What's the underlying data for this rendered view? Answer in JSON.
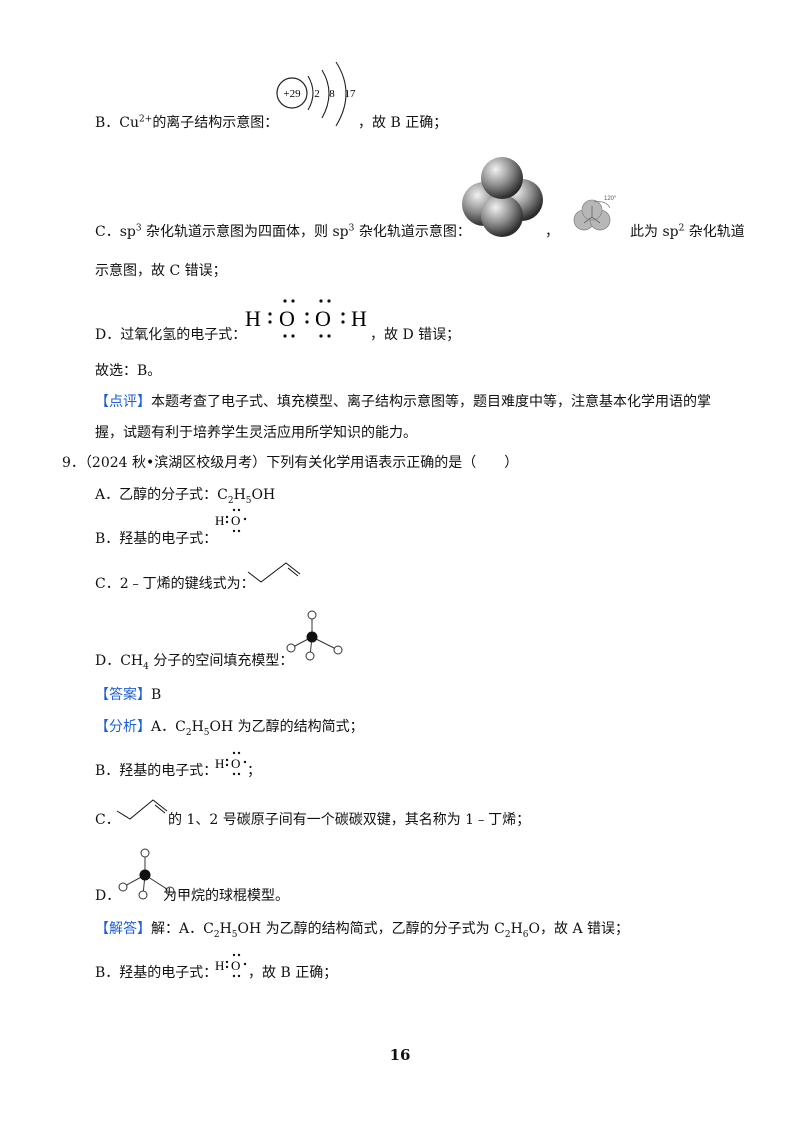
{
  "content": {
    "b1": {
      "prefix": "B．Cu",
      "sup": "2+",
      "text": "的离子结构示意图：",
      "suffix": "，故 B 正确；",
      "diagram": {
        "nucleus": "+29",
        "shells": [
          "2",
          "8",
          "17"
        ]
      }
    },
    "c1": {
      "part1": "C．sp",
      "sup1": "3",
      "part2": " 杂化轨道示意图为四面体，则 sp",
      "sup2": "3",
      "part3": " 杂化轨道示意图：",
      "mid": "，",
      "part4": "此为 sp",
      "sup3": "2",
      "part5": " 杂化轨道",
      "cont": "示意图，故 C 错误；",
      "angle_label": "120°"
    },
    "d1": {
      "text": "D．过氧化氢的电子式：",
      "suffix": "，故 D 错误；",
      "formula": [
        "H",
        "O",
        "O",
        "H"
      ]
    },
    "choose": "故选：B。",
    "review": {
      "tag": "【点评】",
      "text": "本题考查了电子式、填充模型、离子结构示意图等，题目难度中等，注意基本化学用语的掌",
      "cont": "握，试题有利于培养学生灵活应用所学知识的能力。"
    },
    "q9": {
      "num": "9．",
      "text": "（2024 秋•滨湖区校级月考）下列有关化学用语表示正确的是（　　）"
    },
    "optA": {
      "p1": "A．乙醇的分子式：C",
      "s1": "2",
      "p2": "H",
      "s2": "5",
      "p3": "OH"
    },
    "optB": {
      "text": "B．羟基的电子式："
    },
    "optC": {
      "text": "C．2﹣丁烯的键线式为："
    },
    "optD": {
      "p1": "D．CH",
      "s1": "4",
      "p2": " 分子的空间填充模型："
    },
    "answer": {
      "tag": "【答案】",
      "text": "B"
    },
    "analysis": {
      "tag": "【分析】",
      "p1": "A．C",
      "s1": "2",
      "p2": "H",
      "s2": "5",
      "p3": "OH 为乙醇的结构简式；"
    },
    "anB": {
      "text": "B．羟基的电子式：",
      "suffix": "；"
    },
    "anC": {
      "prefix": "C．",
      "text": "的 1、2 号碳原子间有一个碳碳双键，其名称为 1﹣丁烯；"
    },
    "anD": {
      "prefix": "D．",
      "text": "为甲烷的球棍模型。"
    },
    "solution": {
      "tag": "【解答】",
      "p1": "解：A．C",
      "s1": "2",
      "p2": "H",
      "s2": "5",
      "p3": "OH 为乙醇的结构简式，乙醇的分子式为 C",
      "s3": "2",
      "p4": "H",
      "s4": "6",
      "p5": "O，故 A 错误；"
    },
    "solB": {
      "text": "B．羟基的电子式：",
      "suffix": "，故 B 正确；"
    },
    "hydroxyl": {
      "h": "H",
      "o": "O"
    }
  },
  "page_number": "16"
}
